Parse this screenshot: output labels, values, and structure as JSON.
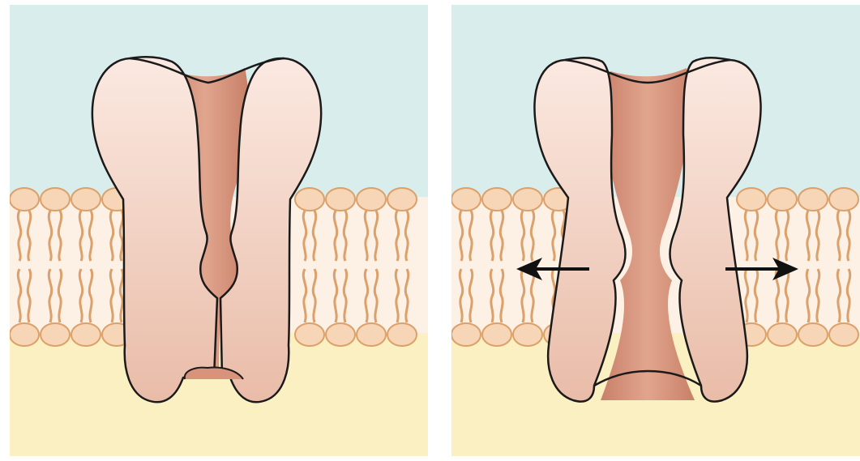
{
  "figure": {
    "panels": [
      {
        "id": "closed",
        "state": "closed",
        "arrows": false
      },
      {
        "id": "open",
        "state": "open",
        "arrows": true
      }
    ],
    "colors": {
      "extracellular": "#d9eeec",
      "cytoplasm": "#fbf0c2",
      "membrane_core": "#fdf0e4",
      "lipid_head": "#f6d6b6",
      "lipid_outline": "#dca06a",
      "lipid_tail": "#dca06a",
      "protein_light": "#f7dcd0",
      "protein_pore": "#d9937a",
      "outline": "#1a1a1a",
      "arrow": "#111111"
    },
    "icons": {
      "arrow_left": "arrow-left-icon",
      "arrow_right": "arrow-right-icon"
    }
  }
}
